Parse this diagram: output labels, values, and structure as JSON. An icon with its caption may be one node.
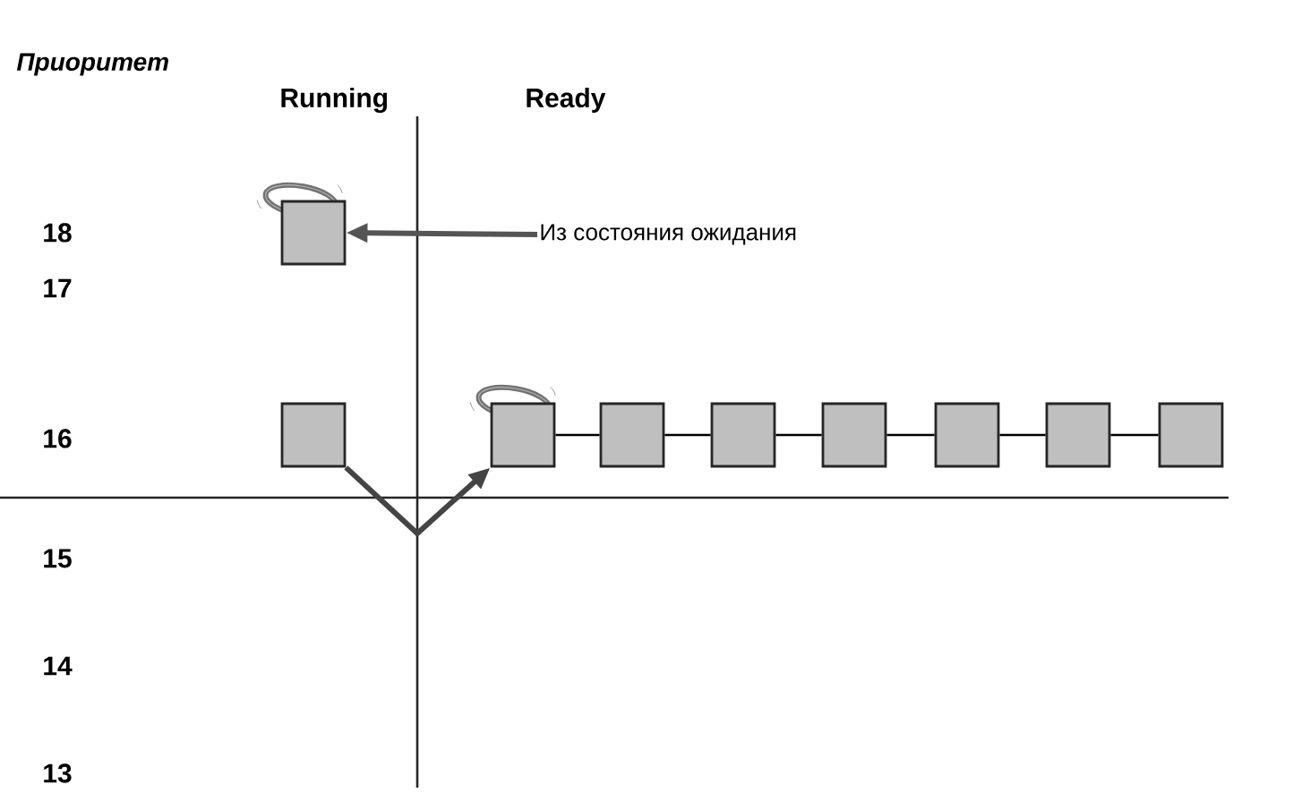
{
  "diagram": {
    "nodes": [
      {
        "text": [
          "Из состояния ожидания"
        ]
      },
      {
        "text": [],
        "shape": "box"
      },
      {
        "text": [],
        "shape": "box"
      },
      {
        "text": [],
        "shape": "box"
      },
      {
        "text": [],
        "shape": "box"
      },
      {
        "text": [],
        "shape": "box"
      },
      {
        "text": [],
        "shape": "box"
      },
      {
        "text": [],
        "shape": "box"
      },
      {
        "text": [],
        "shape": "box"
      },
      {
        "text": [],
        "shape": "box"
      }
    ],
    "edges": [
      {
        "from": 0,
        "to": 1,
        "arrow": "to",
        "style": "thick",
        "color": "#555555"
      },
      {
        "from": 2,
        "to": 3,
        "arrow": "to",
        "style": "thick",
        "color": "#444444"
      },
      {
        "from": 3,
        "to": 4,
        "arrow": "none"
      },
      {
        "from": 4,
        "to": 5,
        "arrow": "none"
      },
      {
        "from": 5,
        "to": 6,
        "arrow": "none"
      },
      {
        "from": 6,
        "to": 7,
        "arrow": "none"
      },
      {
        "from": 7,
        "to": 8,
        "arrow": "none"
      },
      {
        "from": 8,
        "to": 9,
        "arrow": "none"
      }
    ],
    "labels": [
      "Приоритет",
      "Running",
      "Ready",
      "18",
      "17",
      "16",
      "15",
      "14",
      "13"
    ]
  }
}
